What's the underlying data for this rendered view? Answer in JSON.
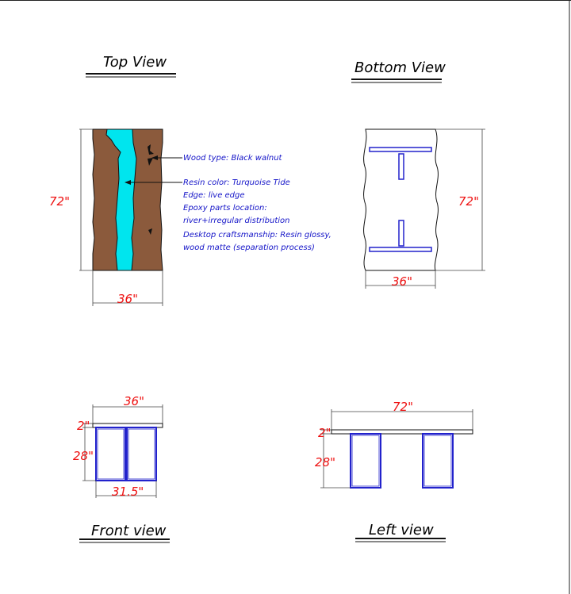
{
  "views": {
    "top": "Top View",
    "bottom": "Bottom View",
    "front": "Front view",
    "left": "Left view"
  },
  "dimensions": {
    "top_length": "72\"",
    "top_width": "36\"",
    "bottom_length": "72\"",
    "bottom_width": "36\"",
    "front_width": "36\"",
    "front_thickness": "2\"",
    "front_height": "28\"",
    "front_base": "31.5\"",
    "left_length": "72\"",
    "left_thickness": "2\"",
    "left_height": "28\""
  },
  "notes": {
    "wood_type": "Wood type: Black walnut",
    "resin_color": "Resin color: Turquoise Tide",
    "edge": "Edge: live edge",
    "epoxy_location_1": "Epoxy parts location:",
    "epoxy_location_2": "river+irregular distribution",
    "craftsmanship_1": "Desktop craftsmanship: Resin glossy,",
    "craftsmanship_2": "wood matte (separation process)"
  },
  "colors": {
    "wood": "#8B5A3C",
    "resin": "#00E5EE",
    "frame": "#2222CC",
    "dimension_text": "#EE1111",
    "note_text": "#1414C8"
  }
}
